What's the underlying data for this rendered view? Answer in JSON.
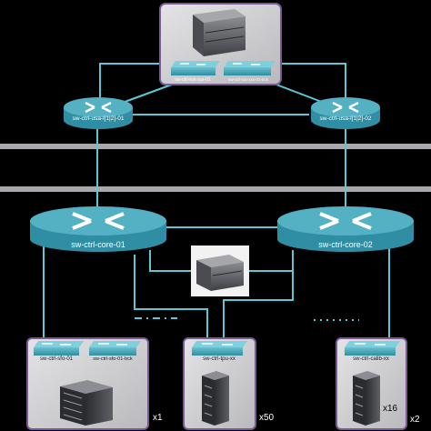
{
  "top_site": {
    "switch_a": "sw-ctrl-ros-xxx-01",
    "switch_b": "sw-ctrl-ros-xxx-01-bck"
  },
  "upper_routers": {
    "left": "sw-ctrl-usa-l[1|2]-01",
    "right": "sw-ctrl-usa-l[1|2]-02"
  },
  "core": {
    "left": "sw-ctrl-core-01",
    "right": "sw-ctrl-core-02"
  },
  "sites": {
    "sfo": {
      "switch_a": "sw-ctrl-sfo-01",
      "switch_b": "sw-ctrl-sfo-01-bck",
      "multiplier": "x1"
    },
    "tpu": {
      "switch": "sw-ctrl-tpu-xx",
      "multiplier": "x50"
    },
    "calib": {
      "switch": "sw-ctrl-calib-xx",
      "multiplier": "x2",
      "rack_count": "x16"
    }
  },
  "colors": {
    "link": "#5bc8d6",
    "router_fill": "#2f8ea3",
    "router_top": "#54b0c3",
    "site_box": "#cfcfd1",
    "site_border": "#7a5a94",
    "band": "#a9a9ad"
  }
}
